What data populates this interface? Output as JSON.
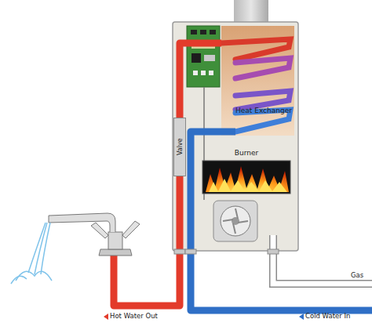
{
  "diagram": {
    "nodes": [
      {
        "text": [
          "Heat Exchanger"
        ]
      },
      {
        "text": [
          "Burner"
        ]
      },
      {
        "text": [
          "Valve"
        ]
      }
    ],
    "edges": [
      {
        "from": 0,
        "to": 2,
        "arrow": "none"
      }
    ],
    "labels": [
      "Gas",
      "Hot Water Out",
      "Cold Water In"
    ]
  }
}
